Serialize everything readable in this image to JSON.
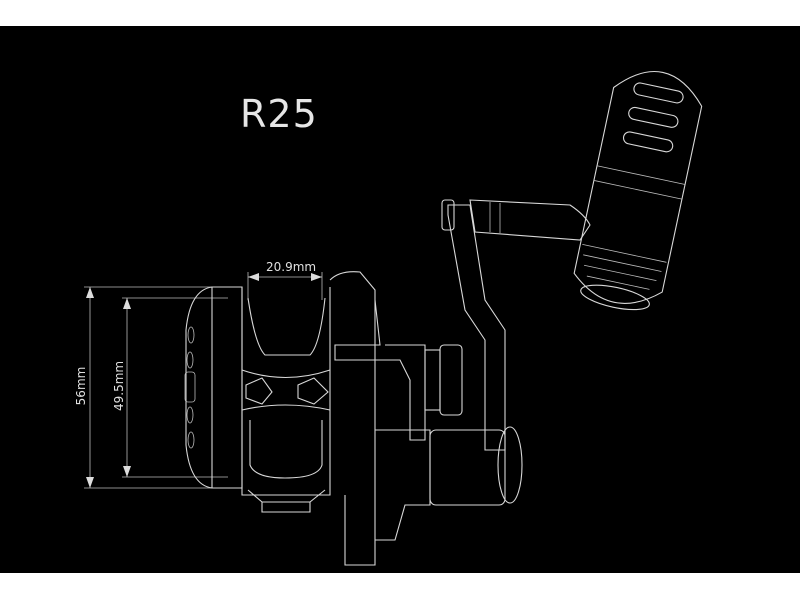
{
  "title": "R25",
  "dimensions": {
    "spool_width": "20.9mm",
    "outer_height": "56mm",
    "inner_height": "49.5mm"
  },
  "colors": {
    "background": "#000000",
    "lines": "#d8d8d8",
    "frame": "#ffffff"
  }
}
